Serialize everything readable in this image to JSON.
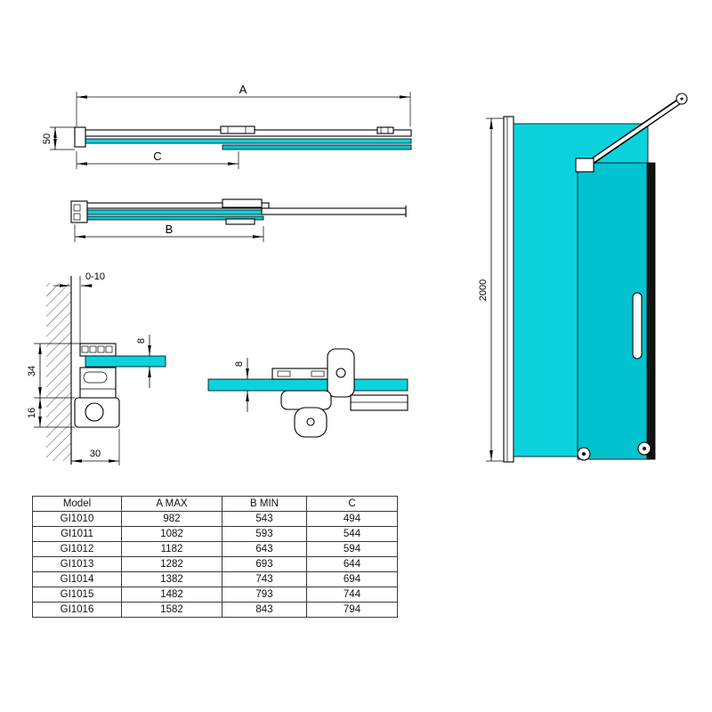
{
  "colors": {
    "glass": "#0bd3dd",
    "glass_dark": "#00c3cf",
    "edge_bar": "#111111"
  },
  "plan_extended": {
    "dim_total": "A",
    "dim_depth": "50",
    "dim_fixed": "C"
  },
  "plan_retracted": {
    "dim_total": "B"
  },
  "wall_detail": {
    "dim_gap": "0-10",
    "dim_clamp_height": "34",
    "dim_floor_height": "16",
    "dim_glass": "8",
    "dim_width": "30"
  },
  "roller_detail": {
    "dim_glass": "8"
  },
  "front_view": {
    "dim_height": "2000"
  },
  "table": {
    "headers": [
      "Model",
      "A MAX",
      "B MIN",
      "C"
    ],
    "rows": [
      [
        "GI1010",
        "982",
        "543",
        "494"
      ],
      [
        "GI1011",
        "1082",
        "593",
        "544"
      ],
      [
        "GI1012",
        "1182",
        "643",
        "594"
      ],
      [
        "GI1013",
        "1282",
        "693",
        "644"
      ],
      [
        "GI1014",
        "1382",
        "743",
        "694"
      ],
      [
        "GI1015",
        "1482",
        "793",
        "744"
      ],
      [
        "GI1016",
        "1582",
        "843",
        "794"
      ]
    ]
  }
}
